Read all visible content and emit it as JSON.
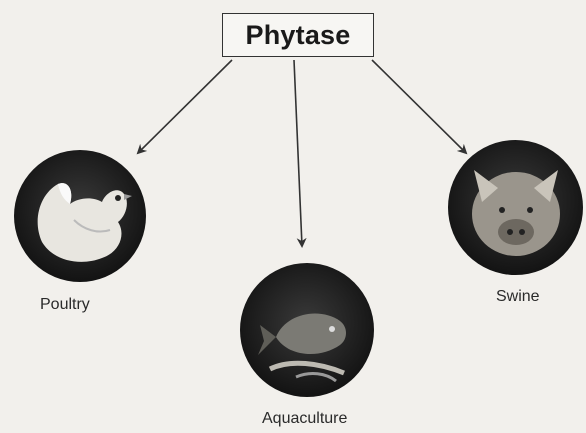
{
  "diagram": {
    "root": {
      "label": "Phytase"
    },
    "children": [
      {
        "id": "poultry",
        "label": "Poultry",
        "image": "chicken-photo"
      },
      {
        "id": "aquaculture",
        "label": "Aquaculture",
        "image": "fish-photo"
      },
      {
        "id": "swine",
        "label": "Swine",
        "image": "pig-photo"
      }
    ],
    "colors": {
      "background": "#f2f0ec",
      "line": "#333333"
    }
  }
}
